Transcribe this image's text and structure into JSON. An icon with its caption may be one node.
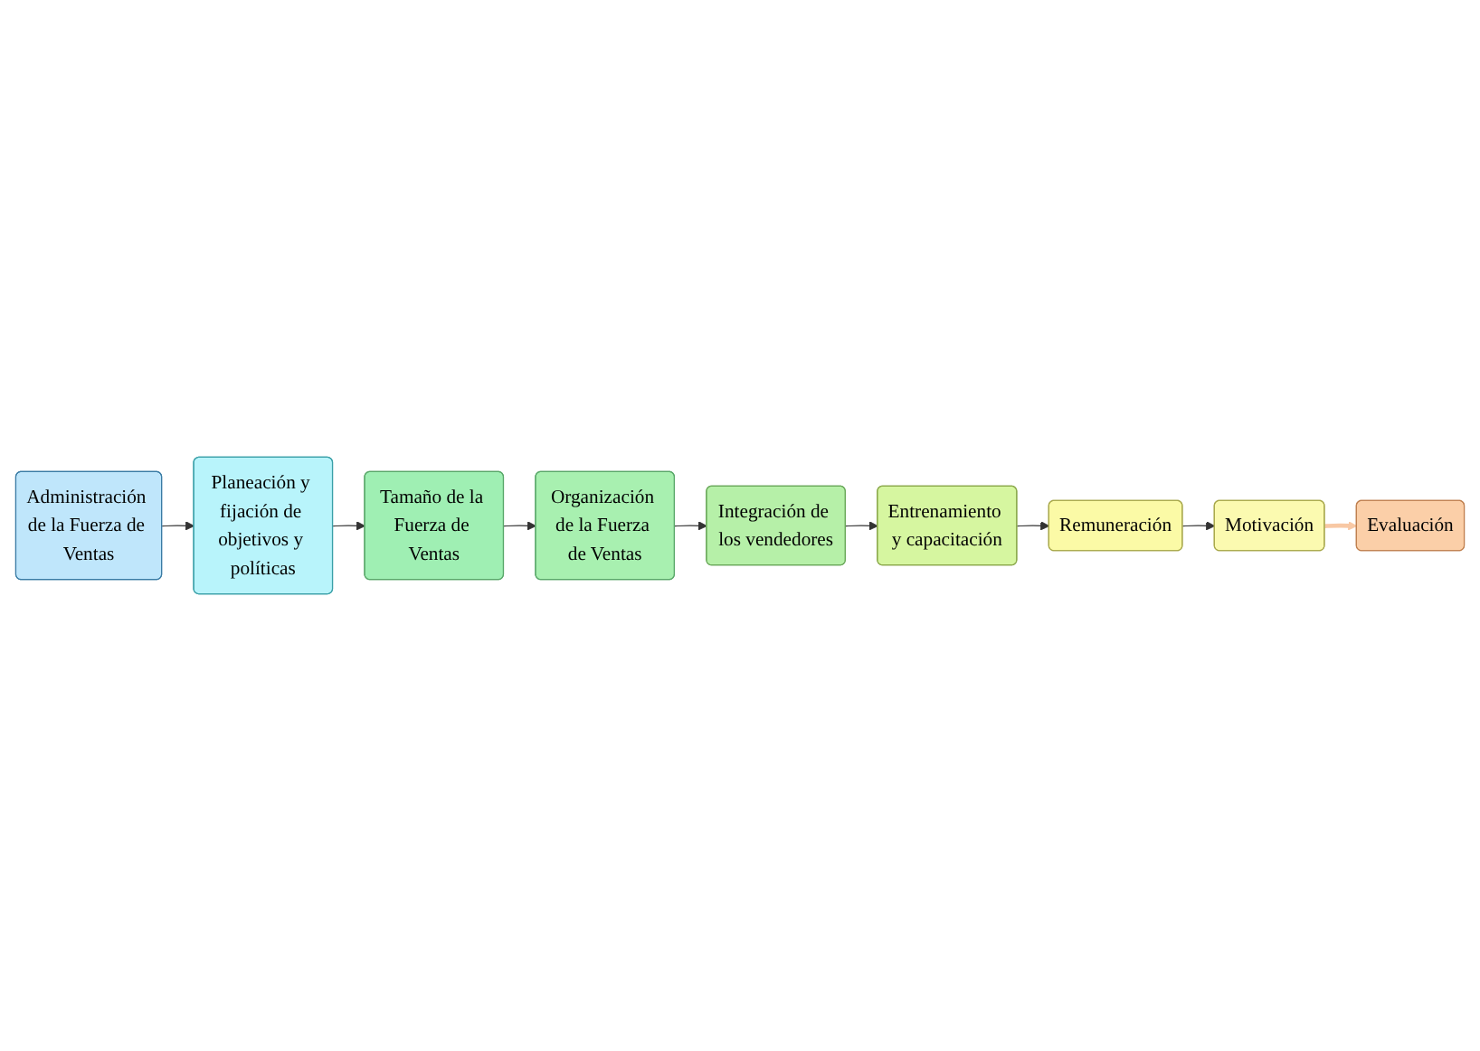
{
  "diagram": {
    "nodes": [
      {
        "text": [
          "Administración de la Fuerza de Ventas"
        ]
      },
      {
        "text": [
          "Planeación y fijación de objetivos y políticas"
        ]
      },
      {
        "text": [
          "Tamaño de la Fuerza de Ventas"
        ]
      },
      {
        "text": [
          "Organización de la Fuerza de Ventas"
        ]
      },
      {
        "text": [
          "Integración de los vendedores"
        ]
      },
      {
        "text": [
          "Entrenamiento y capacitación"
        ]
      },
      {
        "text": [
          "Remuneración"
        ]
      },
      {
        "text": [
          "Motivación"
        ]
      },
      {
        "text": [
          "Evaluación"
        ]
      }
    ],
    "edges": [
      {
        "from": 0,
        "to": 1,
        "arrow": "to"
      },
      {
        "from": 1,
        "to": 2,
        "arrow": "to"
      },
      {
        "from": 2,
        "to": 3,
        "arrow": "to"
      },
      {
        "from": 3,
        "to": 4,
        "arrow": "to"
      },
      {
        "from": 4,
        "to": 5,
        "arrow": "to"
      },
      {
        "from": 5,
        "to": 6,
        "arrow": "to"
      },
      {
        "from": 6,
        "to": 7,
        "arrow": "to"
      },
      {
        "from": 7,
        "to": 8,
        "arrow": "to",
        "style": "thick",
        "color": "#f8c8a4"
      }
    ]
  }
}
